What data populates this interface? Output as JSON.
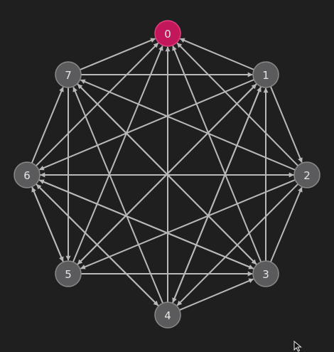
{
  "graph": {
    "highlight_node": "0",
    "colors": {
      "background": "#1f1f1f",
      "node_fill": "#5b5b5d",
      "node_stroke": "#8a8a8a",
      "highlight_fill": "#c2185b",
      "highlight_stroke": "#e0407f",
      "edge": "#b9b9b9"
    },
    "nodes": [
      {
        "id": "0",
        "label": "0"
      },
      {
        "id": "1",
        "label": "1"
      },
      {
        "id": "2",
        "label": "2"
      },
      {
        "id": "3",
        "label": "3"
      },
      {
        "id": "4",
        "label": "4"
      },
      {
        "id": "5",
        "label": "5"
      },
      {
        "id": "6",
        "label": "6"
      },
      {
        "id": "7",
        "label": "7"
      }
    ],
    "edges": [
      {
        "from": "7",
        "to": "0"
      },
      {
        "from": "7",
        "to": "1"
      },
      {
        "from": "1",
        "to": "0"
      },
      {
        "from": "2",
        "to": "0"
      },
      {
        "from": "3",
        "to": "0"
      },
      {
        "from": "4",
        "to": "0"
      },
      {
        "from": "5",
        "to": "0"
      },
      {
        "from": "6",
        "to": "0"
      },
      {
        "from": "2",
        "to": "7"
      },
      {
        "from": "3",
        "to": "7"
      },
      {
        "from": "4",
        "to": "7"
      },
      {
        "from": "6",
        "to": "7"
      },
      {
        "from": "7",
        "to": "5"
      },
      {
        "from": "1",
        "to": "6"
      },
      {
        "from": "1",
        "to": "5"
      },
      {
        "from": "1",
        "to": "4"
      },
      {
        "from": "3",
        "to": "1"
      },
      {
        "from": "4",
        "to": "1"
      },
      {
        "from": "1",
        "to": "2"
      },
      {
        "from": "2",
        "to": "6"
      },
      {
        "from": "2",
        "to": "5"
      },
      {
        "from": "2",
        "to": "4"
      },
      {
        "from": "6",
        "to": "2"
      },
      {
        "from": "3",
        "to": "2"
      },
      {
        "from": "6",
        "to": "3"
      },
      {
        "from": "7",
        "to": "3"
      },
      {
        "from": "3",
        "to": "6"
      },
      {
        "from": "4",
        "to": "3"
      },
      {
        "from": "6",
        "to": "4"
      },
      {
        "from": "4",
        "to": "6"
      },
      {
        "from": "5",
        "to": "3"
      },
      {
        "from": "5",
        "to": "1"
      },
      {
        "from": "6",
        "to": "5"
      },
      {
        "from": "5",
        "to": "6"
      }
    ]
  }
}
